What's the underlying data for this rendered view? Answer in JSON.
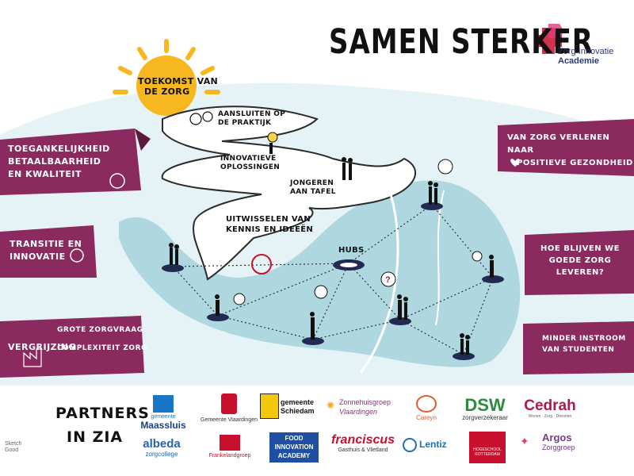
{
  "title": "SAMEN STERKER",
  "brand": {
    "line1": "Zorg Innovatie",
    "line2": "Academie"
  },
  "sun_text": {
    "line1": "TOEKOMST VAN",
    "line2": "DE ZORG"
  },
  "road_labels": {
    "aansluiten": {
      "line1": "AANSLUITEN OP",
      "line2": "DE PRAKTIJK"
    },
    "innovatieve": {
      "line1": "INNOVATIEVE",
      "line2": "OPLOSSINGEN"
    },
    "jongeren": {
      "line1": "JONGEREN",
      "line2": "AAN TAFEL"
    },
    "uitwisselen": {
      "line1": "UITWISSELEN VAN",
      "line2": "KENNIS EN IDEEËN"
    }
  },
  "hubs_label": "HUBS",
  "left_banners": [
    {
      "line1": "TOEGANKELIJKHEID",
      "line2": "BETAALBAARHEID",
      "line3": "EN KWALITEIT"
    },
    {
      "line1": "TRANSITIE EN",
      "line2": "INNOVATIE"
    },
    {
      "line1": "GROTE ZORGVRAAG",
      "line2": "COMPLEXITEIT ZORG",
      "line3": "VERGRIJZING"
    }
  ],
  "right_banners": [
    {
      "line1": "VAN ZORG VERLENEN NAAR",
      "line2": "POSITIEVE GEZONDHEID"
    },
    {
      "line1": "HOE BLIJVEN WE",
      "line2": "GOEDE ZORG",
      "line3": "LEVEREN?"
    },
    {
      "line1": "MINDER INSTROOM",
      "line2": "VAN STUDENTEN"
    }
  ],
  "partners_title": {
    "line1": "PARTNERS",
    "line2": "IN ZIA"
  },
  "partners": {
    "maassluis": {
      "line1": "gemeente",
      "line2": "Maassluis"
    },
    "vlaardingen": "Gemeente Vlaardingen",
    "schiedam": {
      "line1": "gemeente",
      "line2": "Schiedam"
    },
    "zonnehuis": {
      "line1": "Zonnehuisgroep",
      "line2": "Vlaardingen"
    },
    "careyn": "Careyn",
    "dsw": {
      "line1": "DSW",
      "line2": "zorgverzekeraar"
    },
    "cedrah": {
      "line1": "Cedrah",
      "line2": "Wonen · Zorg · Diensten"
    },
    "albeda": {
      "line1": "albeda",
      "line2": "zorgcollege"
    },
    "frankeland": "Frankelandgroep",
    "food": {
      "line1": "FOOD",
      "line2": "INNOVATION",
      "line3": "ACADEMY"
    },
    "franciscus": {
      "line1": "franciscus",
      "line2": "Gasthuis & Vlietland"
    },
    "lentiz": "Lentiz",
    "hogeschool": {
      "line1": "HOGESCHOOL",
      "line2": "ROTTERDAM"
    },
    "argos": {
      "line1": "Argos",
      "line2": "Zorggroep"
    }
  },
  "artist_credit": {
    "line1": "Sketch",
    "line2": "Good"
  },
  "colors": {
    "plum": "#8b2a5e",
    "sea": "#bfe3ea",
    "land": "#aed7df",
    "sun": "#f7b71e",
    "hub": "#222a52"
  }
}
